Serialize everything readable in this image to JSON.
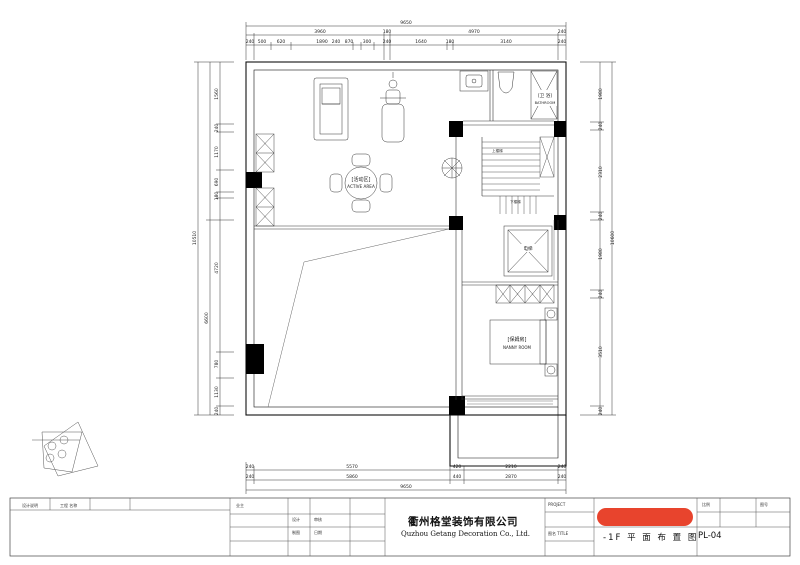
{
  "dims": {
    "top_total": "9650",
    "top_row1": [
      "3960",
      "180",
      "4970",
      "240"
    ],
    "top_row2": [
      "240",
      "500",
      "620",
      "1890",
      "240",
      "870",
      "300",
      "240",
      "1640",
      "180",
      "3140",
      "240"
    ],
    "bottom_row1": [
      "240",
      "5570",
      "420",
      "2210",
      "240"
    ],
    "bottom_row2": [
      "240",
      "5860",
      "440",
      "2870",
      "240"
    ],
    "bottom_total": "9650",
    "left_total": "10510",
    "left_sub": "6600",
    "left_segments": [
      "1560",
      "240",
      "1170",
      "690",
      "180",
      "4720",
      "780",
      "1130",
      "240"
    ],
    "right_total": "10600",
    "right_segments": [
      "1980",
      "240",
      "2310",
      "240",
      "1980",
      "240",
      "3510",
      "240"
    ]
  },
  "rooms": {
    "activity_cn": "[活动区]",
    "activity_en": "ACTIVE AREA",
    "washroom_cn": "[卫 浴]",
    "washroom_en": "BATHROOM",
    "nanny_cn": "[保姆房]",
    "nanny_en": "NANNY ROOM",
    "elevator": "电梯",
    "stair_up": "上楼梯",
    "stair_down": "下楼梯"
  },
  "title_block": {
    "company_cn": "衢州格堂装饰有限公司",
    "company_en": "Quzhou Getang Decoration Co., Ltd.",
    "sheet_title": "-1F 平 面 布 置 图",
    "sheet_no": "PL-04",
    "status_color": "#e8442d",
    "small_labels": {
      "design": "设计说明",
      "project": "工程 名称",
      "client": "业主",
      "designer": "设计",
      "drawer": "制图",
      "check": "审核",
      "date": "日期",
      "project_en": "PROJECT",
      "title_en": "图名 TITLE",
      "scale": "比例",
      "no": "图号"
    }
  }
}
